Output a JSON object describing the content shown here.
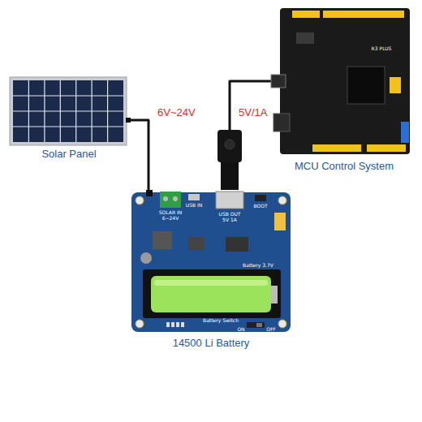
{
  "diagram": {
    "nodes": [
      {
        "text": [
          "Solar Panel"
        ]
      },
      {
        "text": [
          "MCU Control System"
        ]
      },
      {
        "text": [
          "14500 Li Battery"
        ]
      }
    ],
    "edges": [
      {
        "from": 0,
        "to": 2,
        "arrow": "none",
        "label": "6V~24V"
      },
      {
        "from": 2,
        "to": 1,
        "arrow": "none",
        "label": "5V/1A"
      }
    ],
    "labels": [
      "R3 PLUS",
      "SOLAR IN",
      "6~24V",
      "USB IN",
      "USB OUT",
      "5V 1A",
      "BOOT",
      "Battery 3.7V",
      "Battery Switch",
      "ON",
      "OFF"
    ]
  }
}
